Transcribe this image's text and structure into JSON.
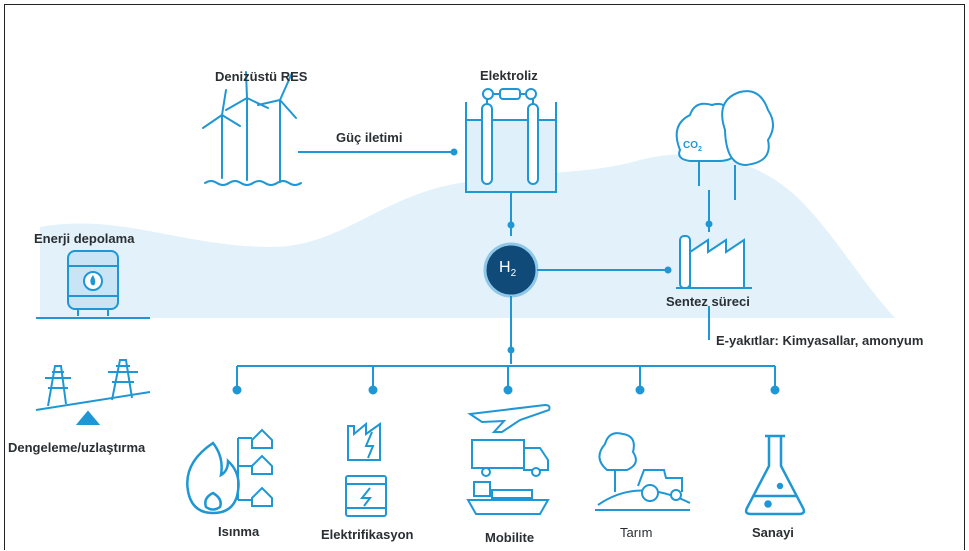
{
  "labels": {
    "offshore_res": "Denizüstü RES",
    "power_transmission": "Güç iletimi",
    "electrolysis": "Elektroliz",
    "co2": "CO",
    "co2_sub": "2",
    "energy_storage": "Enerji depolama",
    "hydrogen": "H",
    "hydrogen_sub": "2",
    "synthesis": "Sentez süreci",
    "efuels": "E-yakıtlar: Kimyasallar, amonyum",
    "balancing": "Dengeleme/uzlaştırma",
    "heating": "Isınma",
    "electrification": "Elektrifikasyon",
    "mobility": "Mobilite",
    "agriculture": "Tarım",
    "industry": "Sanayi"
  },
  "colors": {
    "accent": "#1f97d4",
    "dark_blue": "#0f4a78",
    "light_blue": "#e2f1fa",
    "text": "#2a2f33"
  }
}
